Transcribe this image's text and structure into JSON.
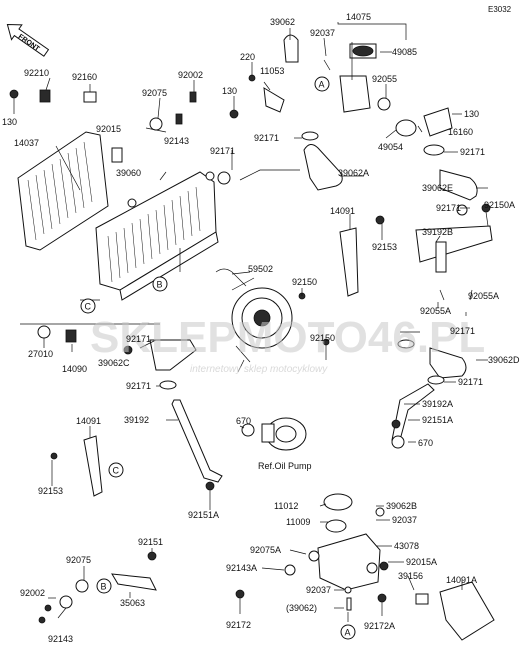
{
  "diagram_code": "E3032",
  "front_label": "FRONT",
  "watermark": {
    "main": "SKLEPMOTO46.PL",
    "sub": "internetowy sklep motocyklowy"
  },
  "ref_labels": {
    "oil_pump": "Ref.Oil Pump"
  },
  "callouts": [
    "A",
    "B",
    "C"
  ],
  "part_numbers": {
    "p39062_top": "39062",
    "p92037_top": "92037",
    "p14075": "14075",
    "p49085": "49085",
    "p220": "220",
    "p11053": "11053",
    "p92210": "92210",
    "p92160": "92160",
    "p92002_top": "92002",
    "p130_left": "130",
    "p92075_top": "92075",
    "p130_mid": "130",
    "p92055": "92055",
    "p130_right": "130",
    "p16160": "16160",
    "p14037": "14037",
    "p92015": "92015",
    "p92143_top": "92143",
    "p92171_a": "92171",
    "p49054": "49054",
    "p92171_b": "92171",
    "p92171_c": "92171",
    "p39060": "39060",
    "p39062a": "39062A",
    "p39062e": "39062E",
    "p14091_mid": "14091",
    "p92171_d": "92171",
    "p92150a": "92150A",
    "p39192b": "39192B",
    "p92153_mid": "92153",
    "p59502": "59502",
    "p92150_a": "92150",
    "p92055a_1": "92055A",
    "p92055a_2": "92055A",
    "p92171_e": "92171",
    "p92150_b": "92150",
    "p27010": "27010",
    "p14090": "14090",
    "p39062c": "39062C",
    "p92171_f": "92171",
    "p39062d": "39062D",
    "p92171_g": "92171",
    "p92171_h": "92171",
    "p39192a": "39192A",
    "p92151a_r": "92151A",
    "p14091_left": "14091",
    "p39192": "39192",
    "p670_a": "670",
    "p670_b": "670",
    "p92153_left": "92153",
    "p92151a_b": "92151A",
    "p11012": "11012",
    "p39062b": "39062B",
    "p11009": "11009",
    "p92037_b": "92037",
    "p92075a": "92075A",
    "p43078": "43078",
    "p92015a": "92015A",
    "p92143a": "92143A",
    "p39156": "39156",
    "p14091a": "14091A",
    "p92037_c": "92037",
    "p39062_paren": "(39062)",
    "p92172": "92172",
    "p92172a": "92172A",
    "p92151_bot": "92151",
    "p92075_bot": "92075",
    "p92002_bot": "92002",
    "p35063": "35063",
    "p92143_bot": "92143"
  }
}
